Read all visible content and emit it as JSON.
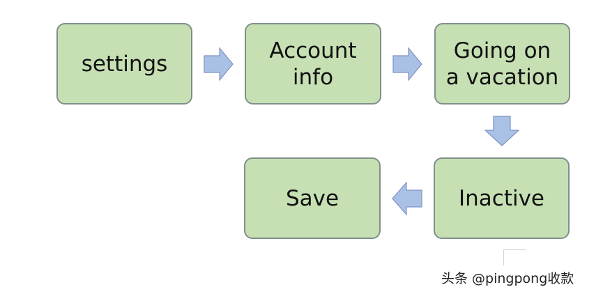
{
  "diagram": {
    "nodes": [
      {
        "id": "settings",
        "label": "settings"
      },
      {
        "id": "account-info",
        "label": "Account\ninfo"
      },
      {
        "id": "vacation",
        "label": "Going on\na vacation"
      },
      {
        "id": "inactive",
        "label": "Inactive"
      },
      {
        "id": "save",
        "label": "Save"
      }
    ],
    "edges": [
      {
        "from": "settings",
        "to": "account-info",
        "direction": "right"
      },
      {
        "from": "account-info",
        "to": "vacation",
        "direction": "right"
      },
      {
        "from": "vacation",
        "to": "inactive",
        "direction": "down"
      },
      {
        "from": "inactive",
        "to": "save",
        "direction": "left"
      }
    ],
    "colors": {
      "box_fill": "#c6e0b4",
      "box_border": "#7f8f8c",
      "arrow_fill": "#a9c1e5",
      "arrow_border": "#7d92c1"
    }
  },
  "watermark": {
    "text": "头条 @pingpong收款"
  }
}
